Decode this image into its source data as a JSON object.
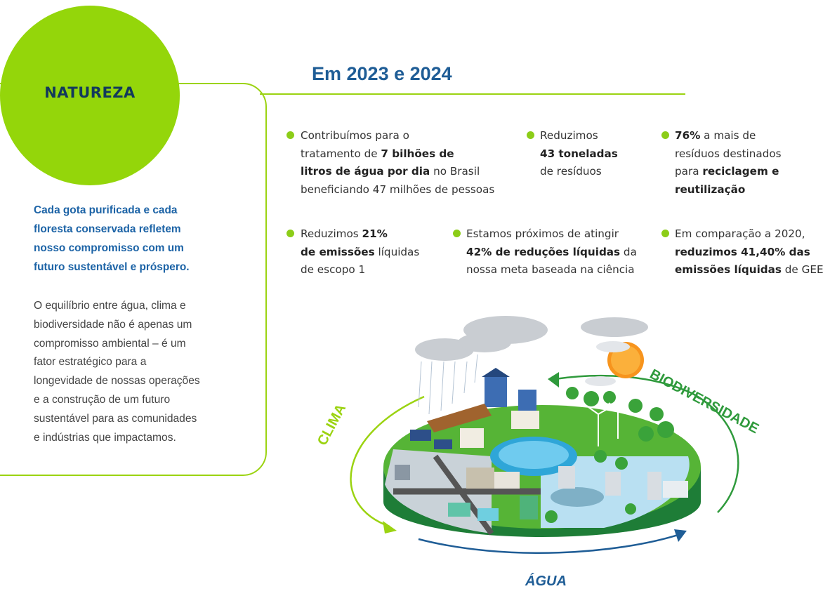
{
  "badge": {
    "title": "NATUREZA"
  },
  "card": {
    "lead_lines": [
      "Cada gota purificada e cada",
      "floresta conservada refletem",
      "nosso compromisso com um",
      "futuro sustentável e próspero."
    ],
    "body_lines": [
      "O equilíbrio entre água, clima e",
      "biodiversidade não é apenas um",
      "compromisso ambiental – é um",
      "fator estratégico para a",
      "longevidade de nossas operações",
      "e a construção de um futuro",
      "sustentável para as comunidades",
      "e indústrias que impactamos."
    ]
  },
  "heading": "Em 2023 e 2024",
  "stats": {
    "s1": {
      "l1": "Contribuímos para o",
      "l2a": "tratamento de ",
      "l2b": "7 bilhões de",
      "l3a": "litros de água por dia",
      "l3b": " no Brasil",
      "l4": "beneficiando 47 milhões de pessoas"
    },
    "s2": {
      "l1": "Reduzimos",
      "l2": "43 toneladas",
      "l3": "de resíduos"
    },
    "s3": {
      "l1a": "76%",
      "l1b": " a mais de",
      "l2": "resíduos destinados",
      "l3a": "para ",
      "l3b": "reciclagem e",
      "l4": "reutilização"
    },
    "s4": {
      "l1a": "Reduzimos ",
      "l1b": "21%",
      "l2a": "de emissões",
      "l2b": " líquidas",
      "l3": "de escopo 1"
    },
    "s5": {
      "l1": "Estamos próximos de atingir",
      "l2a": "42% de reduções líquidas",
      "l2b": " da",
      "l3": "nossa meta baseada na ciência"
    },
    "s6": {
      "l1": "Em comparação a 2020,",
      "l2": "reduzimos 41,40% das",
      "l3a": "emissões líquidas",
      "l3b": " de GEE"
    }
  },
  "ring": {
    "clima": "CLIMA",
    "biodiversidade": "BIODIVERSIDADE",
    "agua": "ÁGUA"
  },
  "colors": {
    "green": "#94d60a",
    "navy": "#12395c",
    "blue": "#1f5d96",
    "dark_green": "#2f9a3c"
  }
}
